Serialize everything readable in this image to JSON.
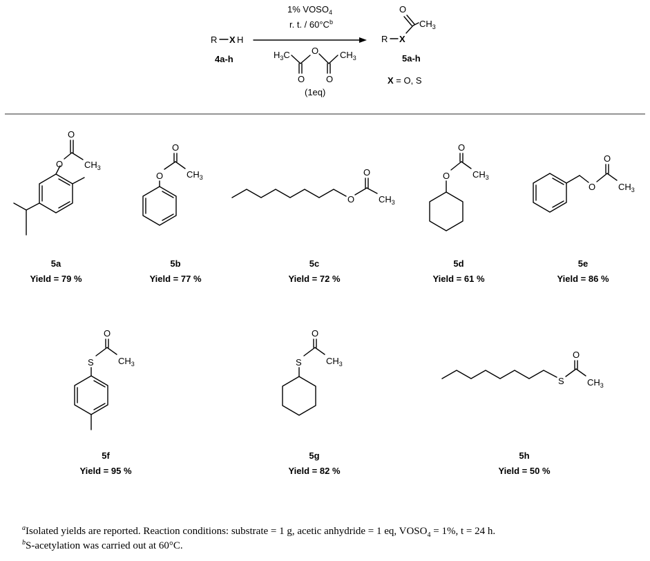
{
  "scheme": {
    "reactant": {
      "r": "R",
      "x": "X",
      "h": "H",
      "id": "4a-h"
    },
    "conditions": {
      "catalyst_prefix": "1% VOSO",
      "catalyst_sub": "4",
      "temp": "r. t. / 60°C",
      "temp_sup": "b",
      "reagent_amount": "(1eq)"
    },
    "anhydride": {
      "left_h": "H",
      "left_3": "3",
      "left_c": "C",
      "o_bridge": "O",
      "o_left": "O",
      "o_right": "O",
      "right_ch": "CH",
      "right_3": "3"
    },
    "product": {
      "r": "R",
      "x": "X",
      "o": "O",
      "ch": "CH",
      "ch_sub": "3",
      "id": "5a-h",
      "x_bold": "X",
      "x_def": " = O, S"
    }
  },
  "compounds": [
    {
      "id": "5a",
      "yield_text": "Yield = 79 %",
      "atoms": {
        "o1": "O",
        "o2": "O",
        "ch3": "CH",
        "sub": "3"
      }
    },
    {
      "id": "5b",
      "yield_text": "Yield = 77 %",
      "atoms": {
        "o1": "O",
        "o2": "O",
        "ch3": "CH",
        "sub": "3"
      }
    },
    {
      "id": "5c",
      "yield_text": "Yield = 72 %",
      "atoms": {
        "o1": "O",
        "o2": "O",
        "ch3": "CH",
        "sub": "3"
      }
    },
    {
      "id": "5d",
      "yield_text": "Yield = 61 %",
      "atoms": {
        "o1": "O",
        "o2": "O",
        "ch3": "CH",
        "sub": "3"
      }
    },
    {
      "id": "5e",
      "yield_text": "Yield = 86 %",
      "atoms": {
        "o1": "O",
        "o2": "O",
        "ch3": "CH",
        "sub": "3"
      }
    },
    {
      "id": "5f",
      "yield_text": "Yield = 95 %",
      "atoms": {
        "s": "S",
        "o": "O",
        "ch3": "CH",
        "sub": "3"
      }
    },
    {
      "id": "5g",
      "yield_text": "Yield = 82 %",
      "atoms": {
        "s": "S",
        "o": "O",
        "ch3": "CH",
        "sub": "3"
      }
    },
    {
      "id": "5h",
      "yield_text": "Yield = 50 %",
      "atoms": {
        "s": "S",
        "o": "O",
        "ch3": "CH",
        "sub": "3"
      }
    }
  ],
  "footnotes": {
    "a_mark": "a",
    "a_text1": "Isolated yields are reported. Reaction conditions: substrate = 1 g, acetic anhydride = 1 eq, VOSO",
    "a_sub": "4",
    "a_text2": " = 1%, t = 24 h.",
    "b_mark": "b",
    "b_text": "S-acetylation was carried out at 60°C."
  }
}
